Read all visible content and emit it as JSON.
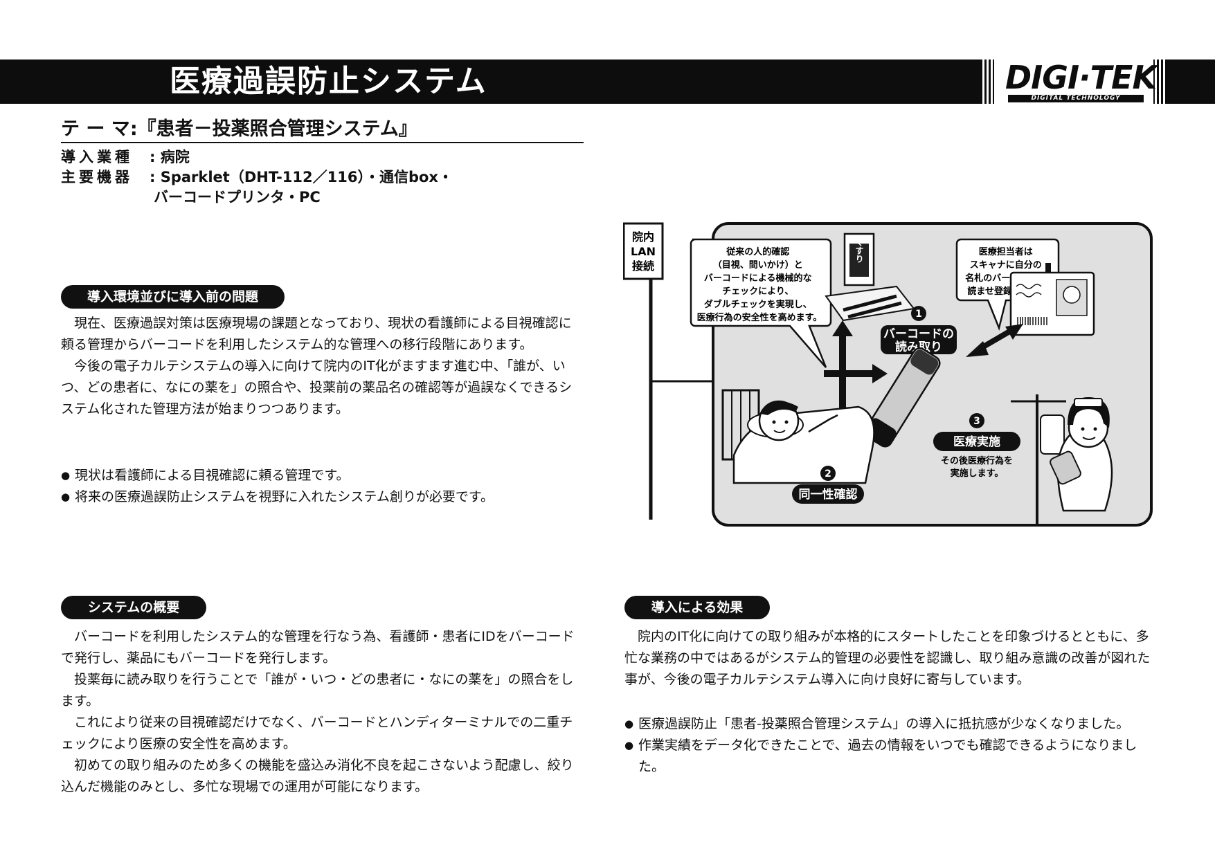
{
  "header": {
    "title": "医療過誤防止システム",
    "logo_text": "DIGI·TEK",
    "logo_sub": "DIGITAL TECHNOLOGY"
  },
  "theme": {
    "label": "テ ー マ",
    "value": ":『患者－投薬照合管理システム』"
  },
  "info": {
    "industry_label": "導入業種",
    "industry_value": ": 病院",
    "equipment_label": "主要機器",
    "equipment_value_line1": ": Sparklet（DHT-112／116）・通信box・",
    "equipment_value_line2": "バーコードプリンタ・PC"
  },
  "section_problem": {
    "heading": "導入環境並びに導入前の問題",
    "para1": "現在、医療過誤対策は医療現場の課題となっており、現状の看護師による目視確認に頼る管理からバーコードを利用したシステム的な管理への移行段階にあります。",
    "para2": "今後の電子カルテシステムの導入に向けて院内のIT化がますます進む中、「誰が、いつ、どの患者に、なにの薬を」の照合や、投薬前の薬品名の確認等が過誤なくできるシステム化された管理方法が始まりつつあります。",
    "bullets": [
      "現状は看護師による目視確認に頼る管理です。",
      "将来の医療過誤防止システムを視野に入れたシステム創りが必要です。"
    ]
  },
  "section_overview": {
    "heading": "システムの概要",
    "para1": "バーコードを利用したシステム的な管理を行なう為、看護師・患者にIDをバーコードで発行し、薬品にもバーコードを発行します。",
    "para2": "投薬毎に読み取りを行うことで「誰が・いつ・どの患者に・なにの薬を」の照合をします。",
    "para3": "これにより従来の目視確認だけでなく、バーコードとハンディターミナルでの二重チェックにより医療の安全性を高めます。",
    "para4": "初めての取り組みのため多くの機能を盛込み消化不良を起こさないよう配慮し、絞り込んだ機能のみとし、多忙な現場での運用が可能になります。"
  },
  "section_effect": {
    "heading": "導入による効果",
    "para1": "院内のIT化に向けての取り組みが本格的にスタートしたことを印象づけるとともに、多忙な業務の中ではあるがシステム的管理の必要性を認識し、取り組み意識の改善が図れた事が、今後の電子カルテシステム導入に向け良好に寄与しています。",
    "bullets": [
      "医療過誤防止「患者-投薬照合管理システム」の導入に抵抗感が少なくなりました。",
      "作業実績をデータ化できたことで、過去の情報をいつでも確認できるようになりました。"
    ]
  },
  "diagram": {
    "lan_line1": "院内",
    "lan_line2": "LAN",
    "lan_line3": "接続",
    "callout_left": [
      "従来の人的確認",
      "（目視、問いかけ）と",
      "バーコードによる機械的な",
      "チェックにより、",
      "ダブルチェックを実現し、",
      "医療行為の安全性を高めます。"
    ],
    "callout_right": [
      "医療担当者は",
      "スキャナに自分の",
      "名札のバーコードを",
      "読ませ登録します。"
    ],
    "medicine_label": "くすり",
    "step1_num": "1",
    "step1_line1": "バーコードの",
    "step1_line2": "読み取り",
    "step2_num": "2",
    "step2_label": "同一性確認",
    "step3_num": "3",
    "step3_label": "医療実施",
    "step3_sub1": "その後医療行為を",
    "step3_sub2": "実施します。"
  }
}
